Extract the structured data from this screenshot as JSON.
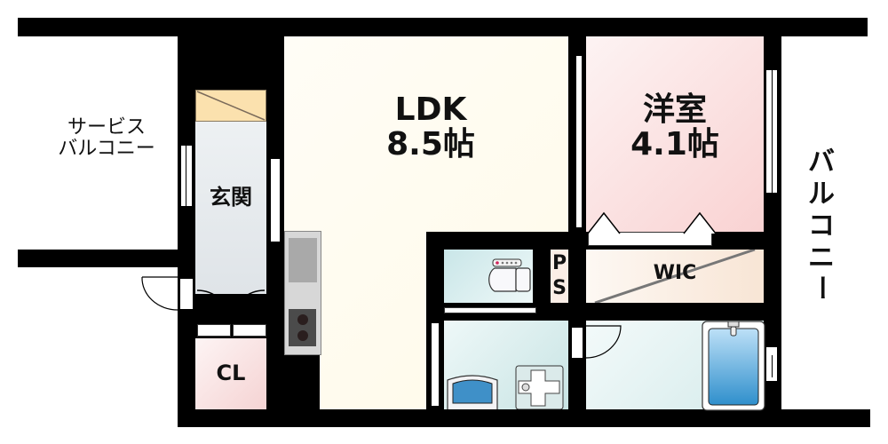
{
  "floor_plan": {
    "rooms": {
      "ldk": {
        "name": "LDK",
        "size": "8.5帖",
        "color": "#fffbee"
      },
      "western": {
        "name": "洋室",
        "size": "4.1帖",
        "color": "#fbd8d8"
      },
      "entrance": {
        "name": "玄関",
        "color": "#e8ecef"
      },
      "closet": {
        "name": "CL",
        "color": "#f7d9d9"
      },
      "wic": {
        "name": "WIC",
        "color": "#f9ece0"
      },
      "ps": {
        "line1": "P",
        "line2": "S",
        "color": "#fbeee6"
      },
      "toilet": {
        "color": "#cfe9ea"
      },
      "washroom": {
        "color": "#d6ecec"
      },
      "bathroom": {
        "color": "#dfefef"
      }
    },
    "outdoor": {
      "service_balcony": {
        "line1": "サービス",
        "line2": "バルコニー"
      },
      "balcony": {
        "chars": [
          "バ",
          "ル",
          "コ",
          "ニ",
          "ー"
        ]
      }
    },
    "colors": {
      "wall": "#000000",
      "shoe_box": "#fbe3b0",
      "kitchen_counter": "#d5d5d5",
      "stove": "#4a4a4a",
      "bathtub": "#5aa9dc"
    }
  }
}
